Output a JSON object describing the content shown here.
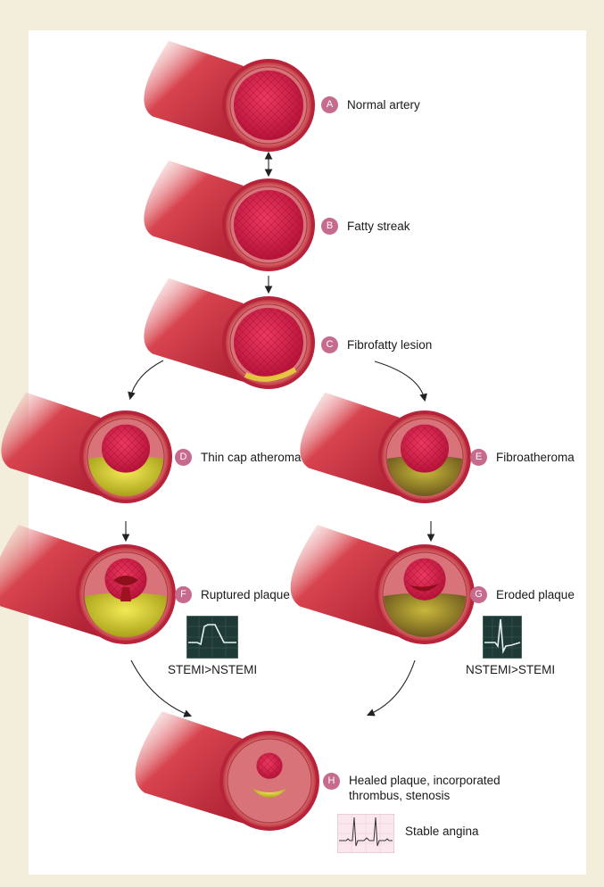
{
  "colors": {
    "frame": "#f3eddc",
    "artery_wall": "#c8283a",
    "lumen": "#d81f4a",
    "plaque": "#e2d230",
    "badge": "#c66a8e",
    "ecg_dark_bg": "#1f3a36",
    "ecg_light_bg": "#fbe7ee"
  },
  "stages": [
    {
      "id": "A",
      "label": "Normal artery"
    },
    {
      "id": "B",
      "label": "Fatty streak"
    },
    {
      "id": "C",
      "label": "Fibrofatty lesion"
    },
    {
      "id": "D",
      "label": "Thin cap atheroma"
    },
    {
      "id": "E",
      "label": "Fibroatheroma"
    },
    {
      "id": "F",
      "label": "Ruptured plaque"
    },
    {
      "id": "G",
      "label": "Eroded plaque"
    },
    {
      "id": "H",
      "label": "Healed plaque, incorporated",
      "label2": "thrombus, stenosis"
    }
  ],
  "outcomes": {
    "F": "STEMI>NSTEMI",
    "G": "NSTEMI>STEMI",
    "H": "Stable angina"
  },
  "icons": {
    "ecg_st_elevation": "ecg-st-elevation-icon",
    "ecg_st_depression": "ecg-st-depression-icon",
    "ecg_normal": "ecg-normal-icon"
  }
}
